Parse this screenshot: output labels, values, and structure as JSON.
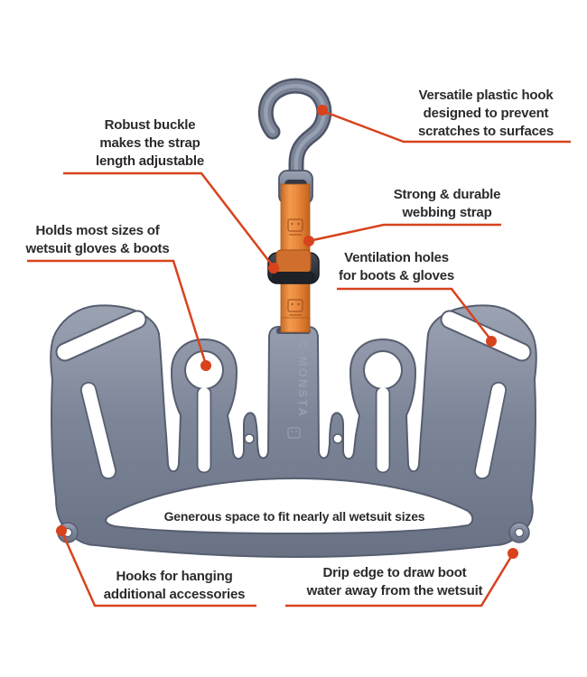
{
  "figure": {
    "description": "Annotated product diagram of a wetsuit hanger with plastic hook and webbing strap",
    "brand_embossed_text": "C-MONSTA"
  },
  "colors": {
    "hanger_body": "#7d8598",
    "hanger_edge": "#565e70",
    "strap_orange": "#e8863b",
    "buckle_dark": "#30323c",
    "callout_line": "#d8431d",
    "label_text": "#2b2b2b"
  },
  "callouts": {
    "plastic_hook": {
      "lines": [
        "Versatile plastic hook",
        "designed to prevent",
        "scratches to surfaces"
      ]
    },
    "buckle": {
      "lines": [
        "Robust buckle",
        "makes the strap",
        "length adjustable"
      ]
    },
    "gloves_boots": {
      "lines": [
        "Holds most sizes of",
        "wetsuit gloves & boots"
      ]
    },
    "webbing_strap": {
      "lines": [
        "Strong & durable",
        "webbing strap"
      ]
    },
    "ventilation": {
      "lines": [
        "Ventilation holes",
        "for boots & gloves"
      ]
    },
    "wetsuit_space": {
      "lines": [
        "Generous space to fit nearly all wetsuit sizes"
      ]
    },
    "accessory_hooks": {
      "lines": [
        "Hooks for hanging",
        "additional accessories"
      ]
    },
    "drip_edge": {
      "lines": [
        "Drip edge to draw boot",
        "water away from the wetsuit"
      ]
    }
  }
}
